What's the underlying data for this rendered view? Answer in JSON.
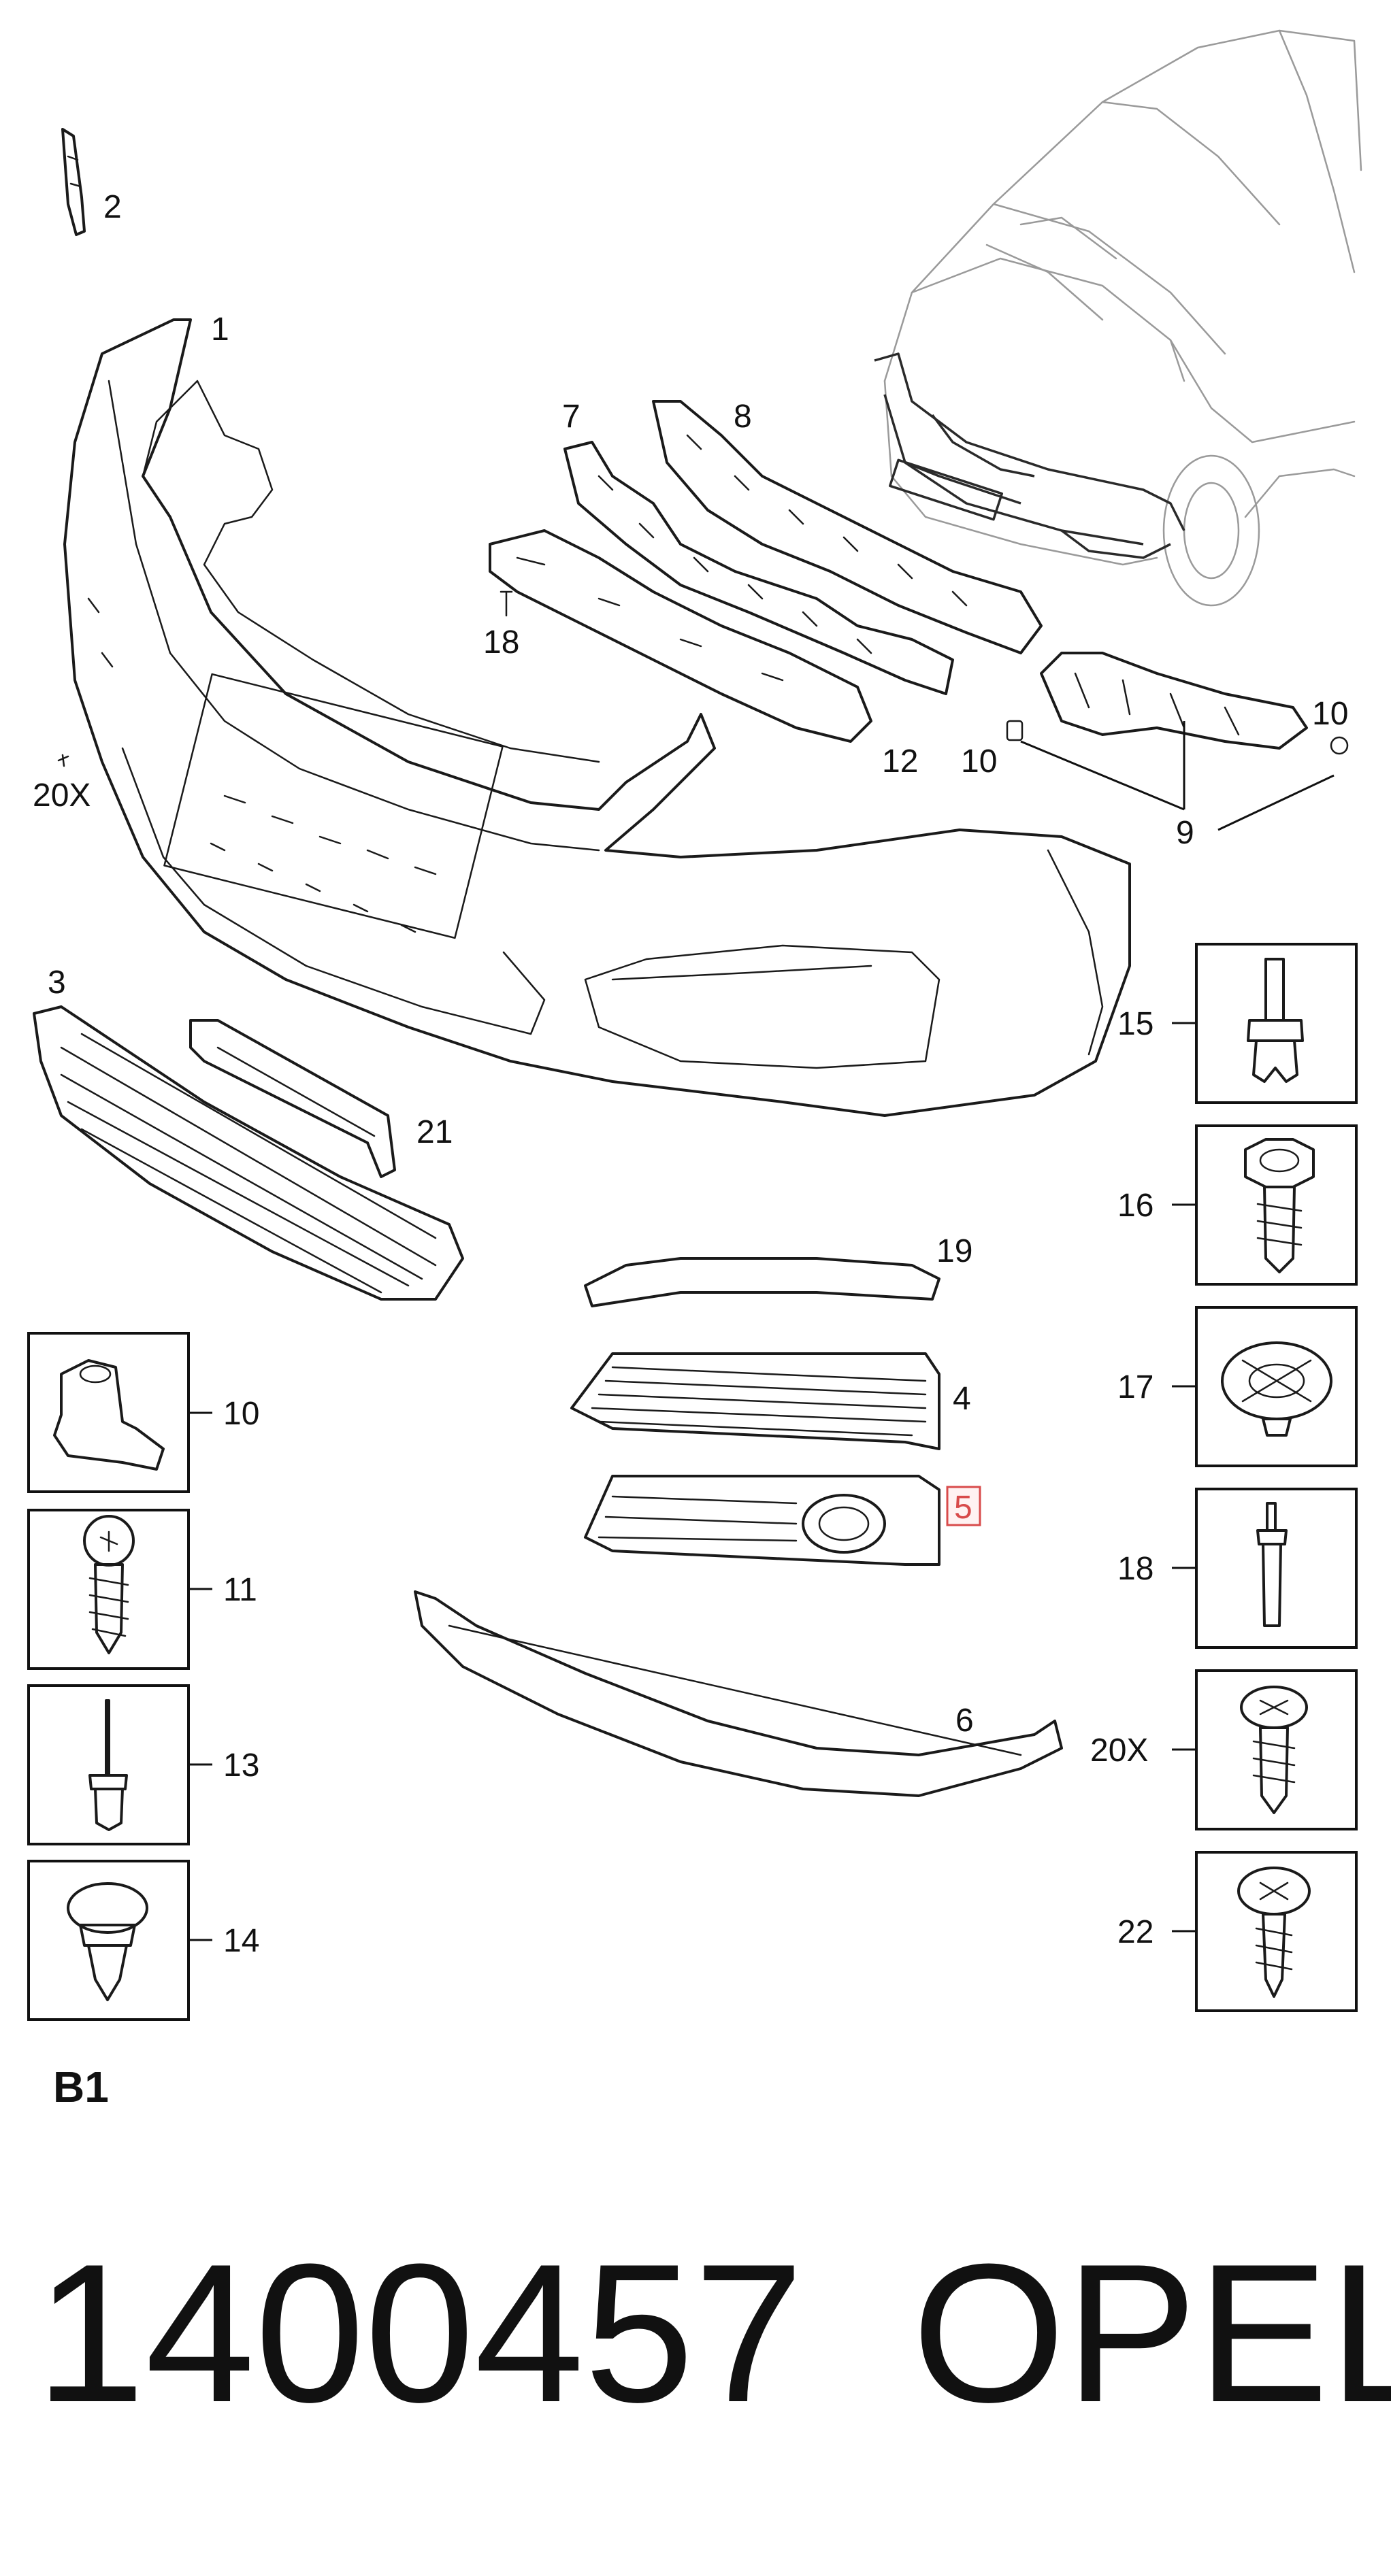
{
  "diagram": {
    "section_label": "B1",
    "part_number": "1400457",
    "brand": "OPEL",
    "highlight_color": "#d84b4b",
    "callouts": {
      "c1": "1",
      "c2": "2",
      "c3": "3",
      "c4": "4",
      "c5": "5",
      "c6": "6",
      "c7": "7",
      "c8": "8",
      "c9": "9",
      "c10a": "10",
      "c10b": "10",
      "c12": "12",
      "c18": "18",
      "c19": "19",
      "c20x": "20X",
      "c21": "21"
    },
    "fastener_boxes_left": [
      "10",
      "11",
      "13",
      "14"
    ],
    "fastener_boxes_right": [
      "15",
      "16",
      "17",
      "18",
      "20X",
      "22"
    ]
  }
}
